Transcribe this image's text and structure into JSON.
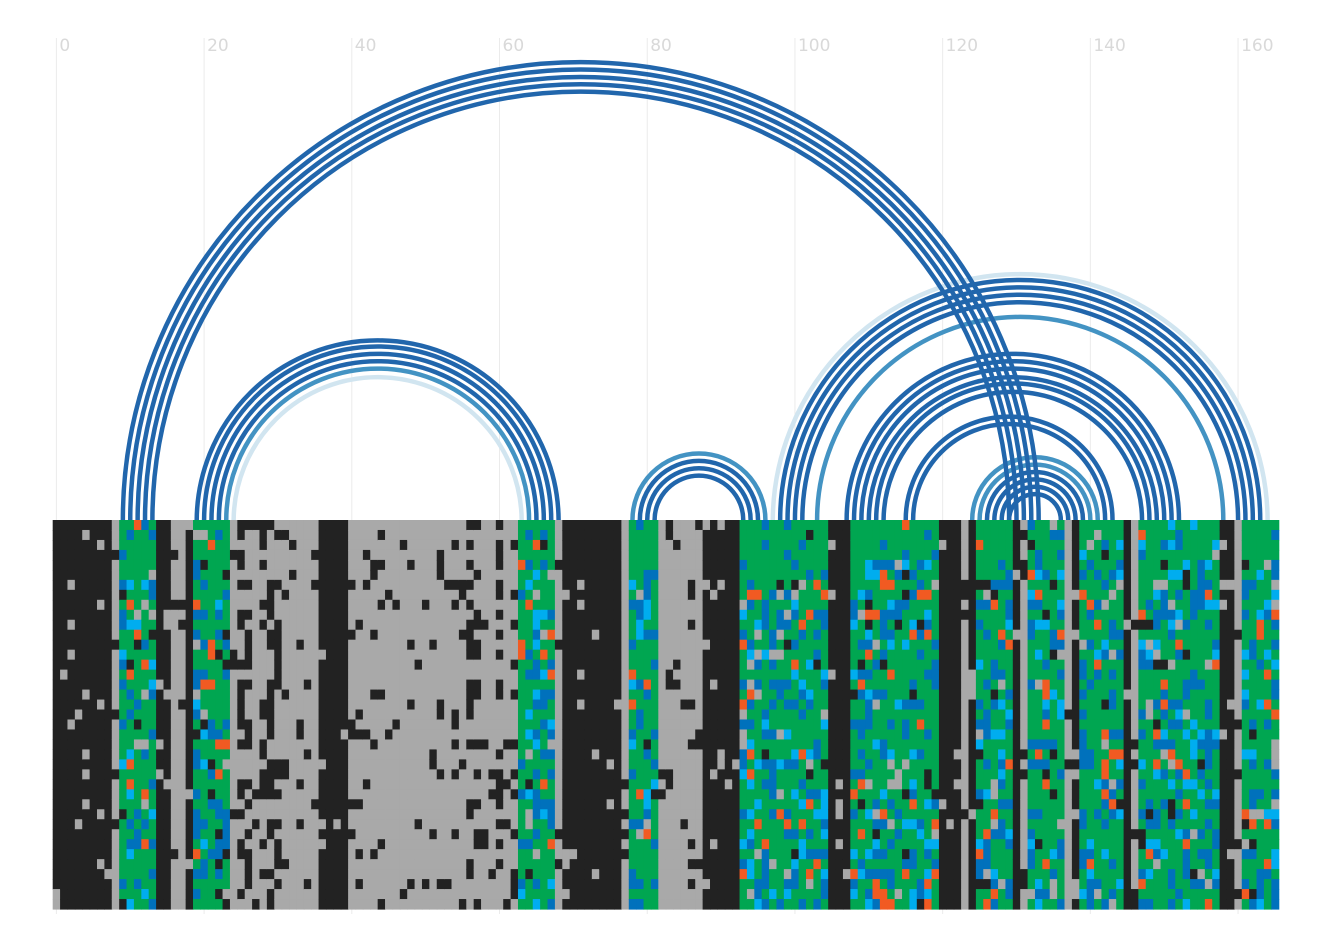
{
  "chart_data": {
    "type": "arc-diagram-alignment",
    "title": "",
    "xlabel": "",
    "ylabel": "",
    "xlim": [
      -1,
      165
    ],
    "x_ticks": [
      0,
      20,
      40,
      60,
      80,
      100,
      120,
      140,
      160
    ],
    "x_tick_labels": [
      "0",
      "20",
      "40",
      "60",
      "80",
      "100",
      "120",
      "140",
      "160"
    ],
    "grid": "vertical",
    "sequence_length": 165,
    "colors": {
      "gap_dark": "#222222",
      "gap_light": "#a9a9a9",
      "match": "#00a651",
      "similar_blue": "#0071bc",
      "similar_cyan": "#00adef",
      "mismatch_orange": "#f15a22",
      "arc_strong": "#2166ac",
      "arc_medium": "#4393c3",
      "arc_weak": "#d1e5f0",
      "grid": "#ebebeb",
      "tick": "#d9d9d9"
    },
    "arcs": [
      {
        "i": 9,
        "j": 133,
        "level": "strong"
      },
      {
        "i": 10,
        "j": 132,
        "level": "strong"
      },
      {
        "i": 11,
        "j": 131,
        "level": "strong"
      },
      {
        "i": 12,
        "j": 130,
        "level": "strong"
      },
      {
        "i": 13,
        "j": 129,
        "level": "strong"
      },
      {
        "i": 19,
        "j": 68,
        "level": "strong"
      },
      {
        "i": 20,
        "j": 67,
        "level": "strong"
      },
      {
        "i": 21,
        "j": 66,
        "level": "strong"
      },
      {
        "i": 22,
        "j": 65,
        "level": "strong"
      },
      {
        "i": 23,
        "j": 64,
        "level": "medium"
      },
      {
        "i": 24,
        "j": 63,
        "level": "weak"
      },
      {
        "i": 78,
        "j": 96,
        "level": "medium"
      },
      {
        "i": 79,
        "j": 95,
        "level": "strong"
      },
      {
        "i": 80,
        "j": 94,
        "level": "strong"
      },
      {
        "i": 81,
        "j": 93,
        "level": "strong"
      },
      {
        "i": 97,
        "j": 164,
        "level": "weak"
      },
      {
        "i": 98,
        "j": 163,
        "level": "strong"
      },
      {
        "i": 99,
        "j": 162,
        "level": "strong"
      },
      {
        "i": 100,
        "j": 161,
        "level": "strong"
      },
      {
        "i": 101,
        "j": 160,
        "level": "strong"
      },
      {
        "i": 103,
        "j": 158,
        "level": "medium"
      },
      {
        "i": 107,
        "j": 152,
        "level": "strong"
      },
      {
        "i": 108,
        "j": 151,
        "level": "strong"
      },
      {
        "i": 109,
        "j": 150,
        "level": "strong"
      },
      {
        "i": 110,
        "j": 149,
        "level": "strong"
      },
      {
        "i": 111,
        "j": 148,
        "level": "strong"
      },
      {
        "i": 112,
        "j": 147,
        "level": "strong"
      },
      {
        "i": 115,
        "j": 143,
        "level": "strong"
      },
      {
        "i": 116,
        "j": 142,
        "level": "strong"
      },
      {
        "i": 124,
        "j": 141,
        "level": "medium"
      },
      {
        "i": 125,
        "j": 140,
        "level": "medium"
      },
      {
        "i": 126,
        "j": 139,
        "level": "strong"
      },
      {
        "i": 127,
        "j": 138,
        "level": "strong"
      },
      {
        "i": 128,
        "j": 137,
        "level": "strong"
      },
      {
        "i": 129,
        "j": 136,
        "level": "strong"
      }
    ],
    "alignment": {
      "row_count": 39,
      "column_classes": [
        "gap",
        "gap",
        "gap",
        "gap",
        "gap",
        "gap",
        "gap",
        "gap",
        "gl",
        "paired",
        "paired",
        "paired",
        "paired",
        "paired",
        "gap",
        "gap",
        "gl",
        "gl",
        "gap",
        "paired",
        "paired",
        "paired",
        "paired",
        "paired",
        "gl",
        "mixed",
        "mixed",
        "gl",
        "mixed",
        "mixed",
        "mixed",
        "gl",
        "gl",
        "gl",
        "gl",
        "gl",
        "gap",
        "gap",
        "gap",
        "gap",
        "gl",
        "gl",
        "gl",
        "gl",
        "gl",
        "gl",
        "gl",
        "gl",
        "gl",
        "gl",
        "gl",
        "gl",
        "gl",
        "gl",
        "gl",
        "gl",
        "mixed",
        "mixed",
        "gl",
        "gl",
        "mixed",
        "gl",
        "mixed",
        "paired",
        "paired",
        "paired",
        "paired",
        "paired",
        "gl",
        "gap",
        "gap",
        "gap",
        "gap",
        "gap",
        "gap",
        "gap",
        "gap",
        "gl",
        "paired",
        "paired",
        "paired",
        "paired",
        "gl",
        "gl",
        "gl",
        "gl",
        "gl",
        "gl",
        "gap",
        "gap",
        "gap",
        "gap",
        "gap",
        "paired",
        "paired",
        "paired",
        "paired",
        "paired",
        "paired",
        "paired",
        "paired",
        "paired",
        "paired",
        "paired",
        "paired",
        "gap",
        "gap",
        "gap",
        "paired",
        "paired",
        "paired",
        "paired",
        "paired",
        "paired",
        "paired",
        "paired",
        "paired",
        "paired",
        "paired",
        "paired",
        "gap",
        "gap",
        "gap",
        "gl",
        "gap",
        "paired",
        "paired",
        "paired",
        "paired",
        "paired",
        "gap",
        "gl",
        "paired",
        "paired",
        "paired",
        "paired",
        "paired",
        "gl",
        "gap",
        "paired",
        "paired",
        "paired",
        "paired",
        "paired",
        "paired",
        "gap",
        "gl",
        "paired",
        "paired",
        "paired",
        "paired",
        "paired",
        "paired",
        "paired",
        "paired",
        "paired",
        "paired",
        "paired",
        "gap",
        "gap",
        "gl",
        "paired",
        "paired",
        "paired",
        "paired",
        "paired"
      ]
    }
  }
}
